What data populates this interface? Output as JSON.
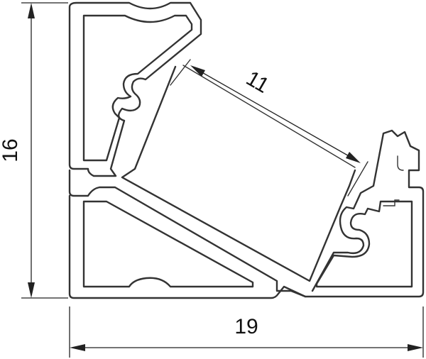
{
  "drawing": {
    "dimensions": {
      "height": "16",
      "width": "19",
      "opening": "11"
    },
    "colors": {
      "stroke": "#333333",
      "background": "#ffffff"
    }
  }
}
